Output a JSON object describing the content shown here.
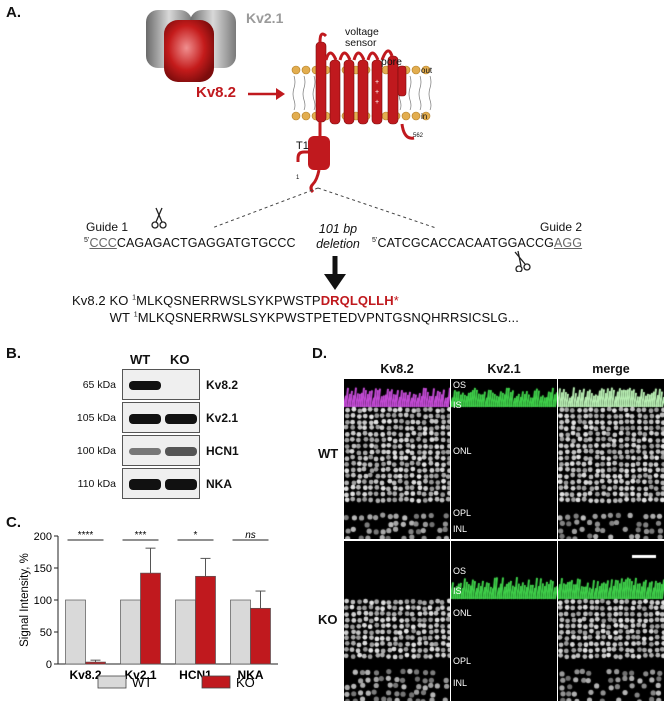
{
  "panelA": {
    "letter": "A.",
    "kv21": "Kv2.1",
    "kv82": "Kv8.2",
    "voltage_sensor_line1": "voltage",
    "voltage_sensor_line2": "sensor",
    "pore": "pore",
    "out": "out",
    "in": "in",
    "num_562": "562",
    "t1": "T1",
    "num_1": "1",
    "guide1": "Guide 1",
    "guide2": "Guide 2",
    "seq1_prime": "5'",
    "seq1_pam": "CCC",
    "seq1_rest": "CAGAGACTGAGGATGTGCCC",
    "seq2_prime": "5'",
    "seq2_main": "CATCGCACCACAATGGACCG",
    "seq2_pam": "AGG",
    "deletion_line1": "101 bp",
    "deletion_line2": "deletion",
    "ko_label": "Kv8.2 KO",
    "ko_num": "1",
    "ko_seq": "MLKQSNERRWSLSYKPWSTP",
    "ko_seq_red": "DRQLQLLH",
    "ko_star": "*",
    "wt_label": "WT",
    "wt_num": "1",
    "wt_seq": "MLKQSNERRWSLSYKPWSTPETEDVPNTGSNQHRRSICSLG..."
  },
  "panelB": {
    "letter": "B.",
    "col_wt": "WT",
    "col_ko": "KO",
    "rows": [
      {
        "mw": "65 kDa",
        "name": "Kv8.2"
      },
      {
        "mw": "105 kDa",
        "name": "Kv2.1"
      },
      {
        "mw": "100 kDa",
        "name": "HCN1"
      },
      {
        "mw": "110 kDa",
        "name": "NKA"
      }
    ]
  },
  "panelC": {
    "letter": "C."
  },
  "panelD": {
    "letter": "D.",
    "col_heads": [
      "Kv8.2",
      "Kv2.1",
      "merge"
    ],
    "row_wt": "WT",
    "row_ko": "KO",
    "layers_wt": [
      "OS",
      "IS",
      "ONL",
      "OPL",
      "INL"
    ],
    "layers_ko": [
      "OS",
      "IS",
      "ONL",
      "OPL",
      "INL"
    ]
  },
  "colors": {
    "red": "#c0191e",
    "gray_bar": "#d9d9d9",
    "green": "#3fd04a",
    "magenta": "#c44bd6"
  },
  "chart_data": {
    "type": "bar",
    "categories": [
      "Kv8.2",
      "Kv2.1",
      "HCN1",
      "NKA"
    ],
    "series": [
      {
        "name": "WT",
        "values": [
          100,
          100,
          100,
          100
        ],
        "errors": [
          0,
          0,
          0,
          0
        ]
      },
      {
        "name": "KO",
        "values": [
          3,
          142,
          137,
          87
        ],
        "errors": [
          3,
          39,
          28,
          27
        ]
      }
    ],
    "significance": [
      "****",
      "***",
      "*",
      "ns"
    ],
    "ylabel": "Signal Intensity, %",
    "xlabel": "",
    "ylim": [
      0,
      200
    ],
    "yticks": [
      0,
      50,
      100,
      150,
      200
    ],
    "legend": "bottom"
  }
}
